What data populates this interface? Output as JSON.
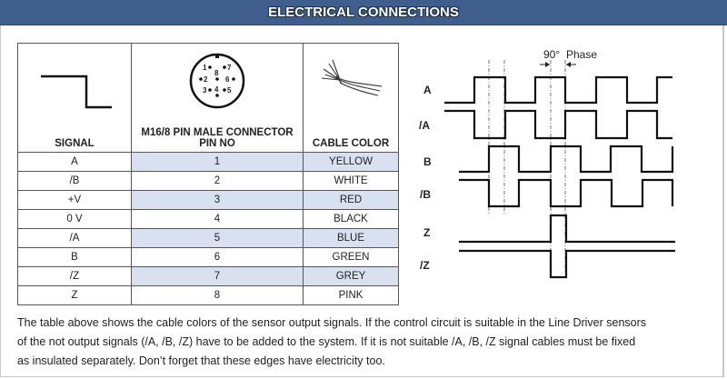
{
  "header": {
    "title": "ELECTRICAL CONNECTIONS"
  },
  "table": {
    "headers": {
      "signal": "SIGNAL",
      "pin_line1": "M16/8 PIN MALE CONNECTOR",
      "pin_line2": "PIN NO",
      "color": "CABLE COLOR"
    },
    "connector_pins": [
      "1",
      "2",
      "3",
      "4",
      "5",
      "6",
      "7",
      "8"
    ],
    "rows": [
      {
        "signal": "A",
        "pin": "1",
        "color": "YELLOW"
      },
      {
        "signal": "/B",
        "pin": "2",
        "color": "WHITE"
      },
      {
        "signal": "+V",
        "pin": "3",
        "color": "RED"
      },
      {
        "signal": "0 V",
        "pin": "4",
        "color": "BLACK"
      },
      {
        "signal": "/A",
        "pin": "5",
        "color": "BLUE"
      },
      {
        "signal": "B",
        "pin": "6",
        "color": "GREEN"
      },
      {
        "signal": "/Z",
        "pin": "7",
        "color": "GREY"
      },
      {
        "signal": "Z",
        "pin": "8",
        "color": "PINK"
      }
    ]
  },
  "waveform": {
    "phase_label": "90°",
    "phase_word": "Phase",
    "labels": {
      "a": "A",
      "a_inv": "/A",
      "b": "B",
      "b_inv": "/B",
      "z": "Z",
      "z_inv": "/Z"
    }
  },
  "description": {
    "line1": "The table above shows the cable colors of the sensor output signals. If the control circuit is suitable in the Line Driver sensors",
    "line2": "of the not output signals (/A, /B, /Z) have to be added to the system. If it is not suitable /A, /B, /Z signal cables must be fixed",
    "line3": "as insulated separately. Don’t forget that these edges have electricity too."
  },
  "colors": {
    "header_bg": "#3f5e8c",
    "row_shade": "#d9e1f0"
  }
}
